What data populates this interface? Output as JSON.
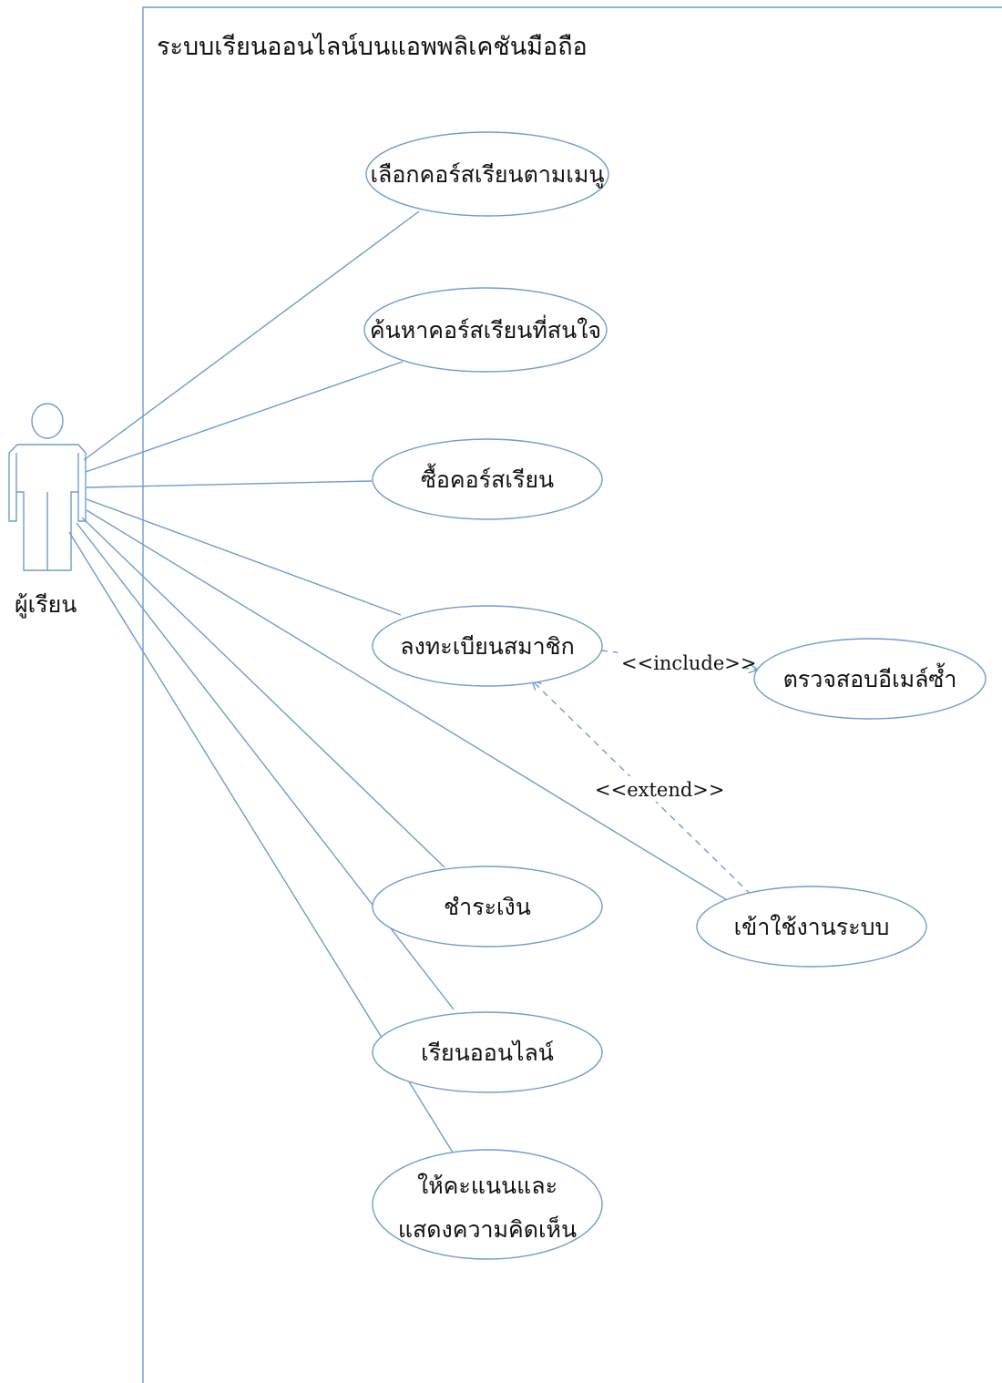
{
  "system": {
    "title": "ระบบเรียนออนไลน์บนแอพพลิเคชันมือถือ"
  },
  "actor": {
    "label": "ผู้เรียน"
  },
  "use_cases": {
    "choose_course": "เลือกคอร์สเรียนตามเมนู",
    "search_course": "ค้นหาคอร์สเรียนที่สนใจ",
    "buy_course": "ซื้อคอร์สเรียน",
    "register": "ลงทะเบียนสมาชิก",
    "check_email": "ตรวจสอบอีเมล์ซ้ำ",
    "pay": "ชำระเงิน",
    "login": "เข้าใช้งานระบบ",
    "study_online": "เรียนออนไลน์",
    "rate_line1": "ให้คะแนนและ",
    "rate_line2": "แสดงความคิดเห็น"
  },
  "relations": {
    "include": "<<include>>",
    "extend": "<<extend>>"
  },
  "colors": {
    "line": "#6f9ccf",
    "text": "#111111"
  }
}
